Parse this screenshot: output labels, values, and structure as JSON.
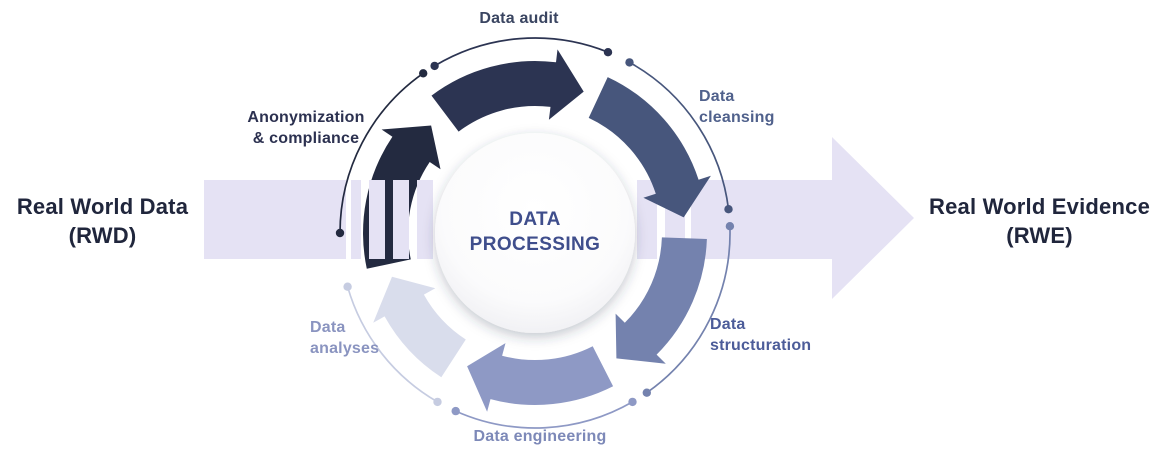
{
  "flow": {
    "source": {
      "label_lines": [
        "Real World Data",
        "(RWD)"
      ],
      "text_color": "#20263C"
    },
    "target": {
      "label_lines": [
        "Real World Evidence",
        "(RWE)"
      ],
      "text_color": "#20263C"
    },
    "arrow_color": "#E5E2F4"
  },
  "cycle": {
    "center_label": {
      "label_lines": [
        "DATA",
        "PROCESSING"
      ],
      "text_color": "#3F4E8C"
    },
    "stages": [
      {
        "id": "data-audit",
        "label_lines": [
          "Data audit"
        ],
        "text_color": "#3A4561",
        "segment_color": "#2C3452",
        "arc_color": "#2C3452"
      },
      {
        "id": "data-cleansing",
        "label_lines": [
          "Data",
          "cleansing"
        ],
        "text_color": "#50618C",
        "segment_color": "#47567C",
        "arc_color": "#47567C"
      },
      {
        "id": "data-structuration",
        "label_lines": [
          "Data",
          "structuration"
        ],
        "text_color": "#4C5C99",
        "segment_color": "#7482AE",
        "arc_color": "#7482AE"
      },
      {
        "id": "data-engineering",
        "label_lines": [
          "Data engineering"
        ],
        "text_color": "#7D89B8",
        "segment_color": "#8E99C5",
        "arc_color": "#8E99C5"
      },
      {
        "id": "data-analyses",
        "label_lines": [
          "Data",
          "analyses"
        ],
        "text_color": "#8A94C0",
        "segment_color": "#D9DDEC",
        "arc_color": "#C6CCE1"
      },
      {
        "id": "anonymization-compliance",
        "label_lines": [
          "Anonymization",
          "& compliance"
        ],
        "text_color": "#2C3150",
        "segment_color": "#232A40",
        "arc_color": "#232A40"
      }
    ]
  }
}
